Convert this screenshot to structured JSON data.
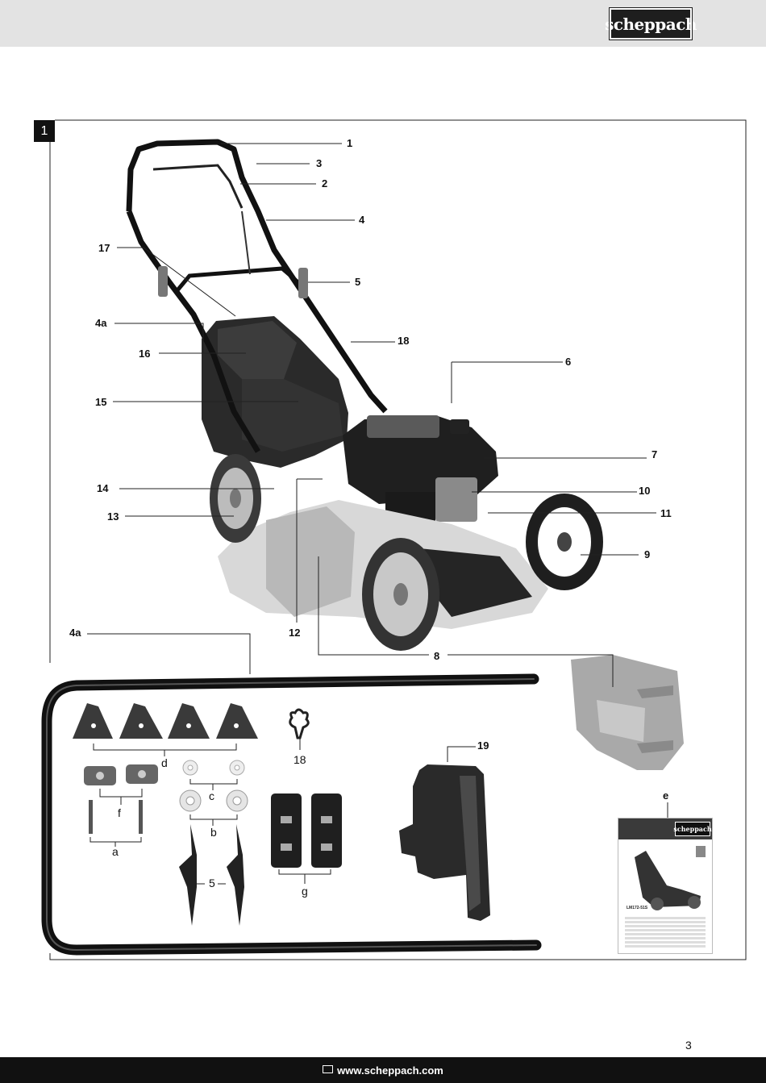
{
  "header": {
    "brand": "scheppach"
  },
  "figure": {
    "number": "1",
    "callouts": [
      {
        "id": "c1",
        "label": "1"
      },
      {
        "id": "c2",
        "label": "2"
      },
      {
        "id": "c3",
        "label": "3"
      },
      {
        "id": "c4",
        "label": "4"
      },
      {
        "id": "c4a",
        "label": "4a"
      },
      {
        "id": "c5",
        "label": "5"
      },
      {
        "id": "c6",
        "label": "6"
      },
      {
        "id": "c7",
        "label": "7"
      },
      {
        "id": "c8",
        "label": "8"
      },
      {
        "id": "c9",
        "label": "9"
      },
      {
        "id": "c10",
        "label": "10"
      },
      {
        "id": "c11",
        "label": "11"
      },
      {
        "id": "c12",
        "label": "12"
      },
      {
        "id": "c13",
        "label": "13"
      },
      {
        "id": "c14",
        "label": "14"
      },
      {
        "id": "c15",
        "label": "15"
      },
      {
        "id": "c16",
        "label": "16"
      },
      {
        "id": "c17",
        "label": "17"
      },
      {
        "id": "c18",
        "label": "18"
      },
      {
        "id": "c4a2",
        "label": "4a"
      },
      {
        "id": "c19",
        "label": "19"
      },
      {
        "id": "ce",
        "label": "e"
      }
    ],
    "parts_labels": {
      "d": "d",
      "f": "f",
      "a": "a",
      "c": "c",
      "b": "b",
      "five": "5",
      "eighteen": "18",
      "g": "g"
    },
    "manual_cover": {
      "brand": "scheppach",
      "model": "LM172-51S"
    }
  },
  "page": {
    "number": "3"
  },
  "footer": {
    "url": "www.scheppach.com"
  }
}
